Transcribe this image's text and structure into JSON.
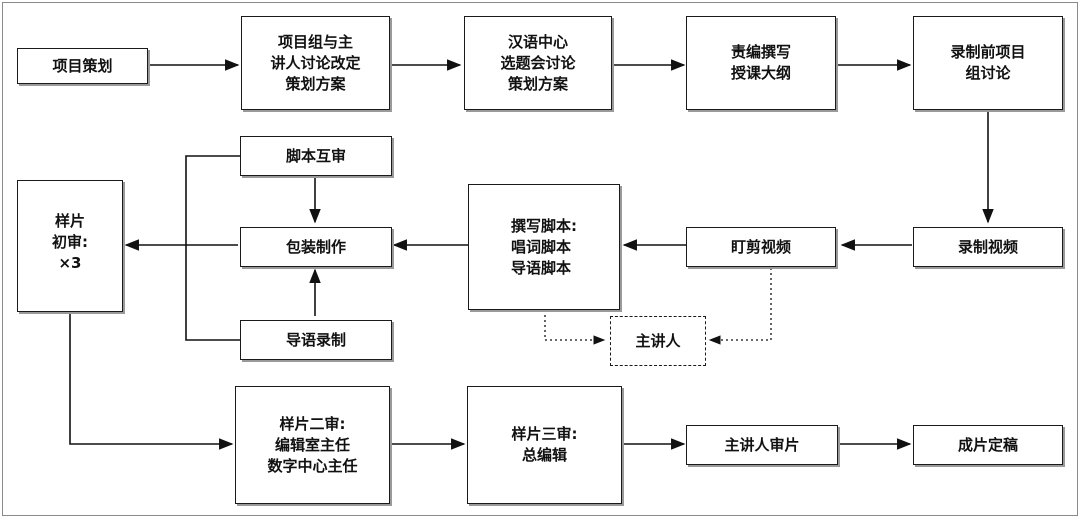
{
  "nodes": {
    "project_planning": "项目策划",
    "project_team_discuss": "项目组与主\n讲人讨论改定\n策划方案",
    "chinese_center_review": "汉语中心\n选题会讨论\n策划方案",
    "editor_outline": "责编撰写\n授课大纲",
    "pre_record_discuss": "录制前项目\n组讨论",
    "record_video": "录制视频",
    "watch_cut_video": "盯剪视频",
    "write_scripts": "撰写脚本:\n唱词脚本\n导语脚本",
    "presenter": "主讲人",
    "script_cross_review": "脚本互审",
    "packaging": "包装制作",
    "intro_recording": "导语录制",
    "sample_first_review": "样片\n初审:\n×3",
    "sample_second_review": "样片二审:\n编辑室主任\n数字中心主任",
    "sample_third_review": "样片三审:\n总编辑",
    "presenter_review": "主讲人审片",
    "final_version": "成片定稿"
  }
}
